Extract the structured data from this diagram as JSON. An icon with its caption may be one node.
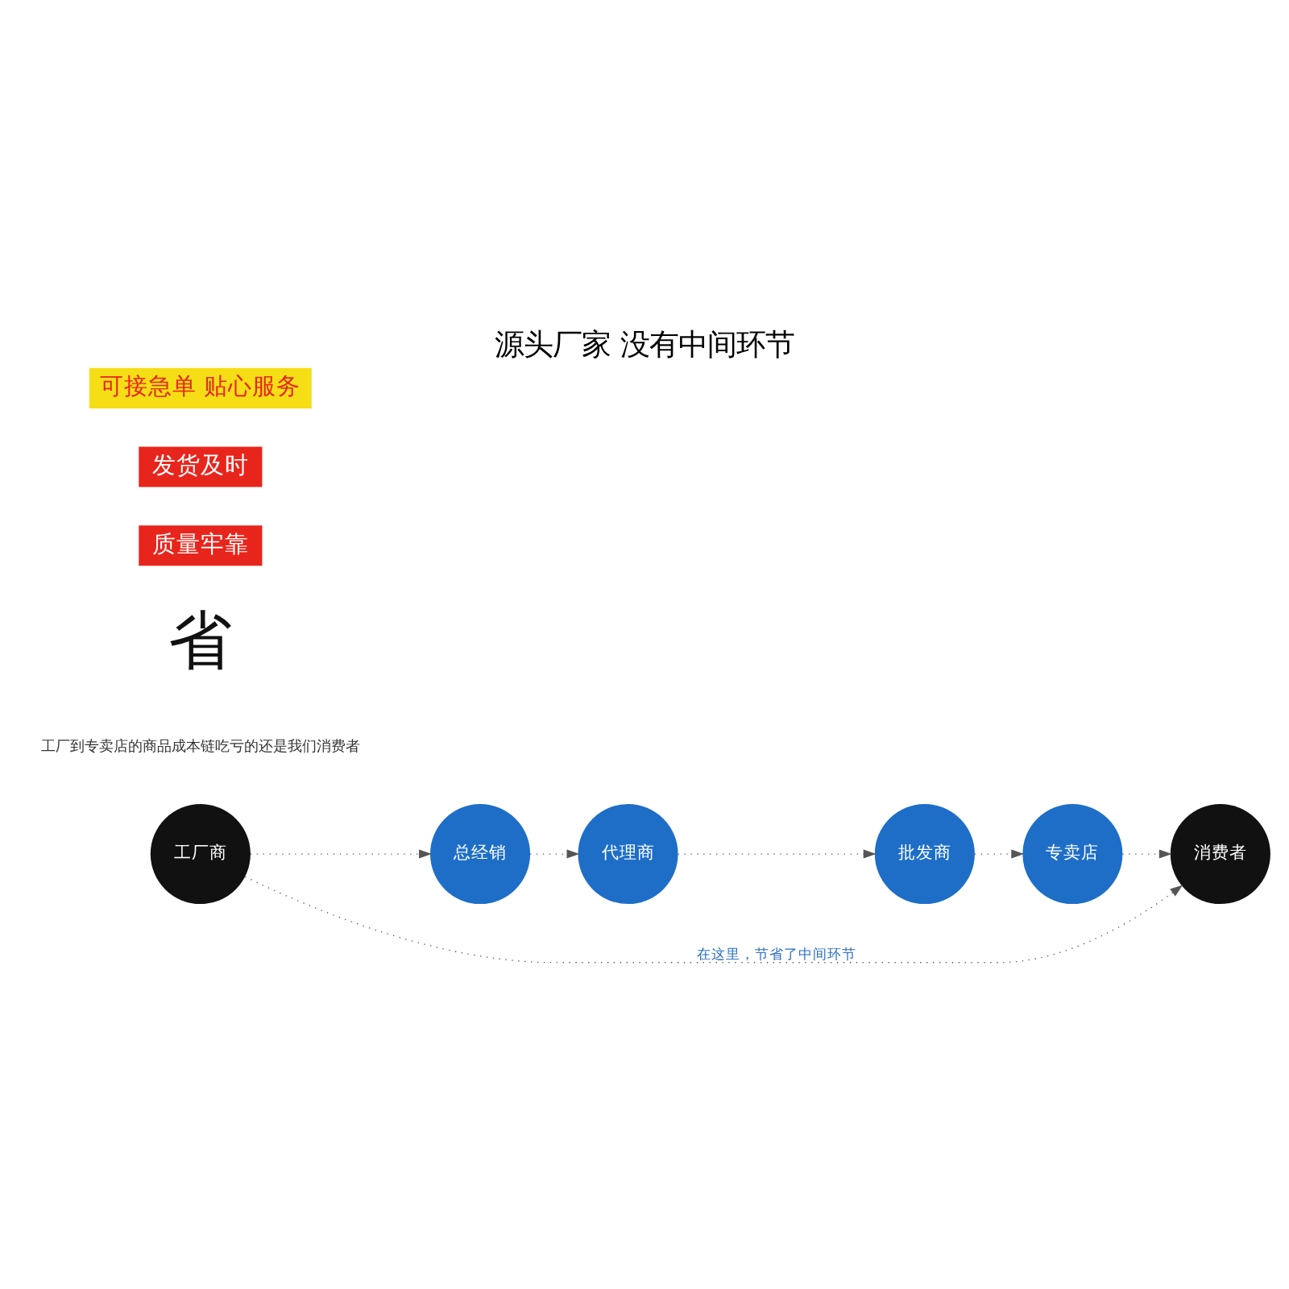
{
  "diagram": {
    "title": "源头厂家 没有中间环节",
    "nodes": [
      {
        "text": [
          "工厂商"
        ]
      },
      {
        "text": [
          "总经销"
        ]
      },
      {
        "text": [
          "代理商"
        ]
      },
      {
        "text": [
          "批发商"
        ]
      },
      {
        "text": [
          "专卖店"
        ]
      },
      {
        "text": [
          "消费者"
        ]
      }
    ],
    "edges": [
      {
        "from": 0,
        "to": 1,
        "arrow": "to",
        "style": "dashed"
      },
      {
        "from": 1,
        "to": 2,
        "arrow": "to",
        "style": "dashed"
      },
      {
        "from": 2,
        "to": 3,
        "arrow": "to",
        "style": "dashed"
      },
      {
        "from": 3,
        "to": 4,
        "arrow": "to",
        "style": "dashed"
      },
      {
        "from": 4,
        "to": 5,
        "arrow": "to",
        "style": "dashed"
      },
      {
        "from": 0,
        "to": 5,
        "arrow": "to",
        "style": "dashed",
        "label": "在这里，节省了中间环节"
      }
    ],
    "labels": [
      "工厂到专卖店的商品成本链吃亏的还是我们消费者",
      "省",
      "质量牢靠",
      "发货及时",
      "可接急单 贴心服务"
    ]
  }
}
